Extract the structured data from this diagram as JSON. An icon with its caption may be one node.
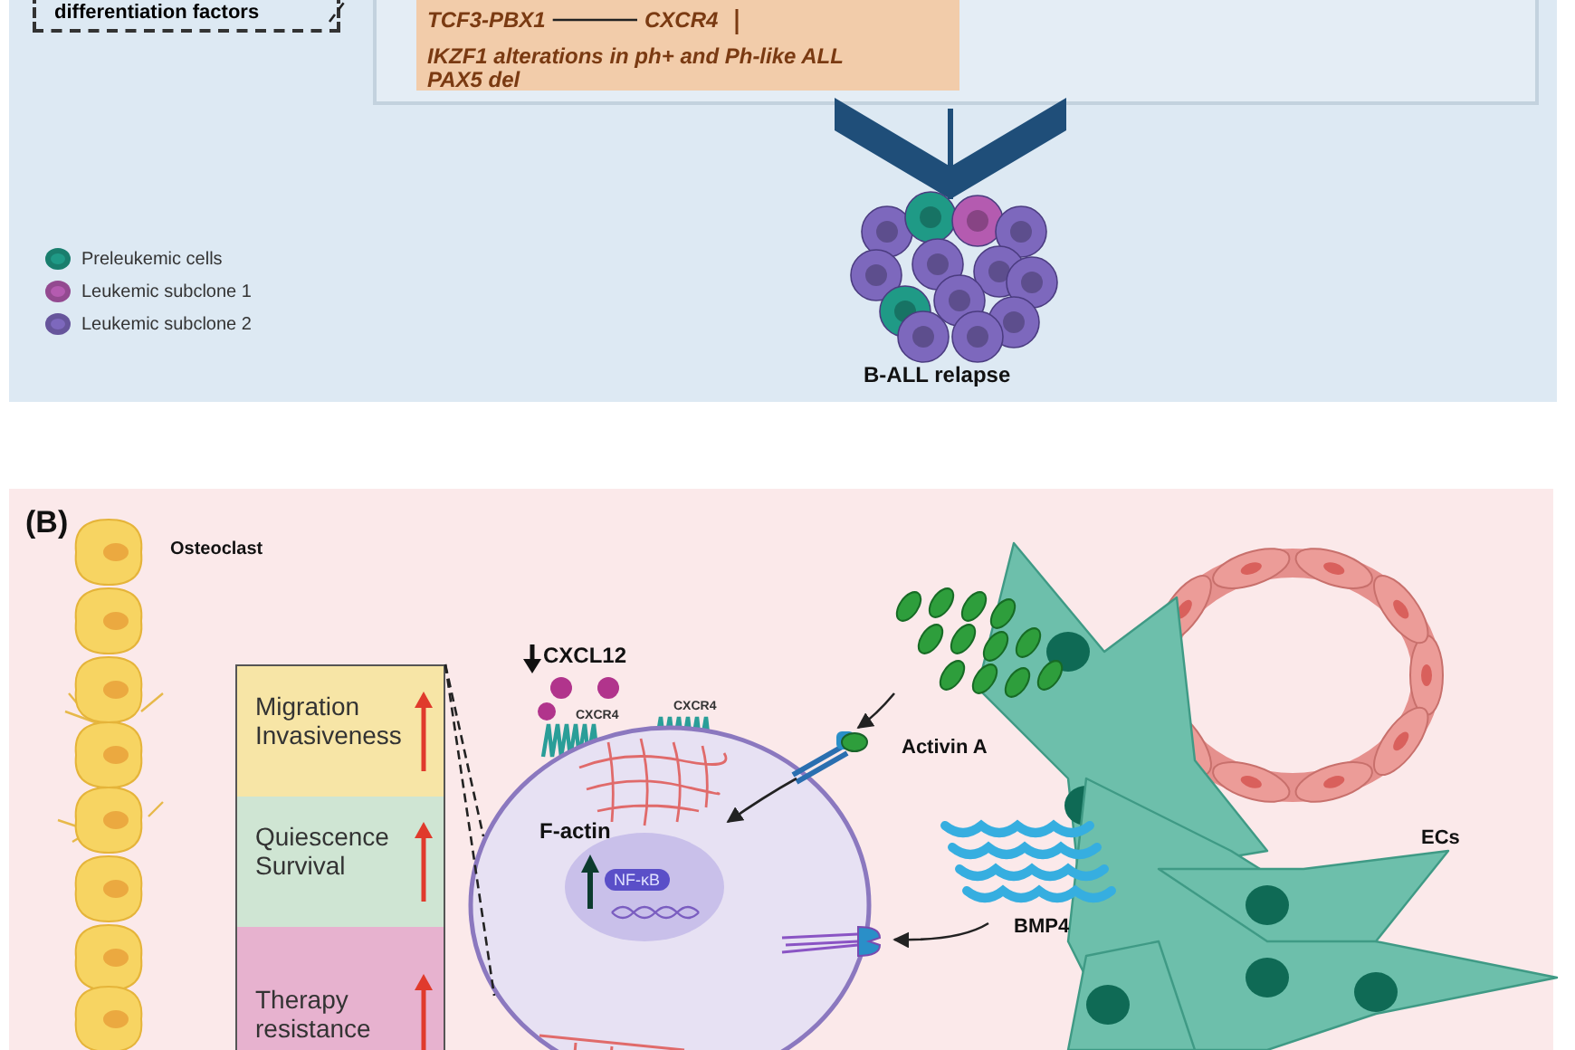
{
  "diagram": {
    "nodes": [
      {
        "text": [
          "differentiation factors"
        ]
      },
      {
        "text": [],
        "shape": "box"
      },
      {
        "text": [
          "IKZF1 alterations in ph+ and Ph-like ALL",
          "PAX5 del"
        ],
        "in": 1
      },
      {
        "text": [
          "TCF3-PBX1"
        ],
        "in": 2
      },
      {
        "text": [
          "CXCR4"
        ],
        "in": 2
      },
      {
        "text": [
          "B-ALL relapse"
        ]
      },
      {
        "text": [
          "Osteoclast"
        ]
      },
      {
        "text": [],
        "shape": "box"
      },
      {
        "text": [
          "Migration Invasiveness"
        ],
        "in": 7
      },
      {
        "text": [
          "Quiescence Survival"
        ],
        "in": 7
      },
      {
        "text": [
          "Therapy resistance"
        ],
        "in": 7
      },
      {
        "text": [],
        "shape": "circle"
      },
      {
        "text": [
          "F-actin"
        ],
        "in": 11
      },
      {
        "text": [
          "NF-κB"
        ],
        "in": 11
      },
      {
        "text": [],
        "shape": "picture"
      },
      {
        "text": [
          "Activin A"
        ]
      },
      {
        "text": [],
        "shape": "picture"
      },
      {
        "text": [
          "BMP4"
        ]
      }
    ],
    "edges": [
      {
        "from": 0,
        "to": null,
        "arrow": "none",
        "style": "dashed"
      },
      {
        "from": 3,
        "to": 4,
        "arrow": "none"
      },
      {
        "from": 1,
        "to": 5,
        "arrow": "to",
        "style": "thick",
        "color": "#1f4e79"
      },
      {
        "from": 7,
        "to": 11,
        "arrow": "none",
        "style": "dashed"
      },
      {
        "from": 7,
        "to": 11,
        "arrow": "none",
        "style": "dashed"
      },
      {
        "from": 15,
        "to": 14,
        "arrow": "to"
      },
      {
        "from": 14,
        "to": 12,
        "arrow": "to"
      },
      {
        "from": 17,
        "to": 16,
        "arrow": "to"
      }
    ],
    "labels": [
      "(B)",
      "CXCL12",
      "CXCR4",
      "CXCR4",
      "ECs"
    ],
    "legend": [
      {
        "text": "Preleukemic cells",
        "color": "#1f9a86"
      },
      {
        "text": "Leukemic subclone 1",
        "color": "#b45bb0"
      },
      {
        "text": "Leukemic subclone 2",
        "color": "#7d68bd"
      }
    ]
  }
}
